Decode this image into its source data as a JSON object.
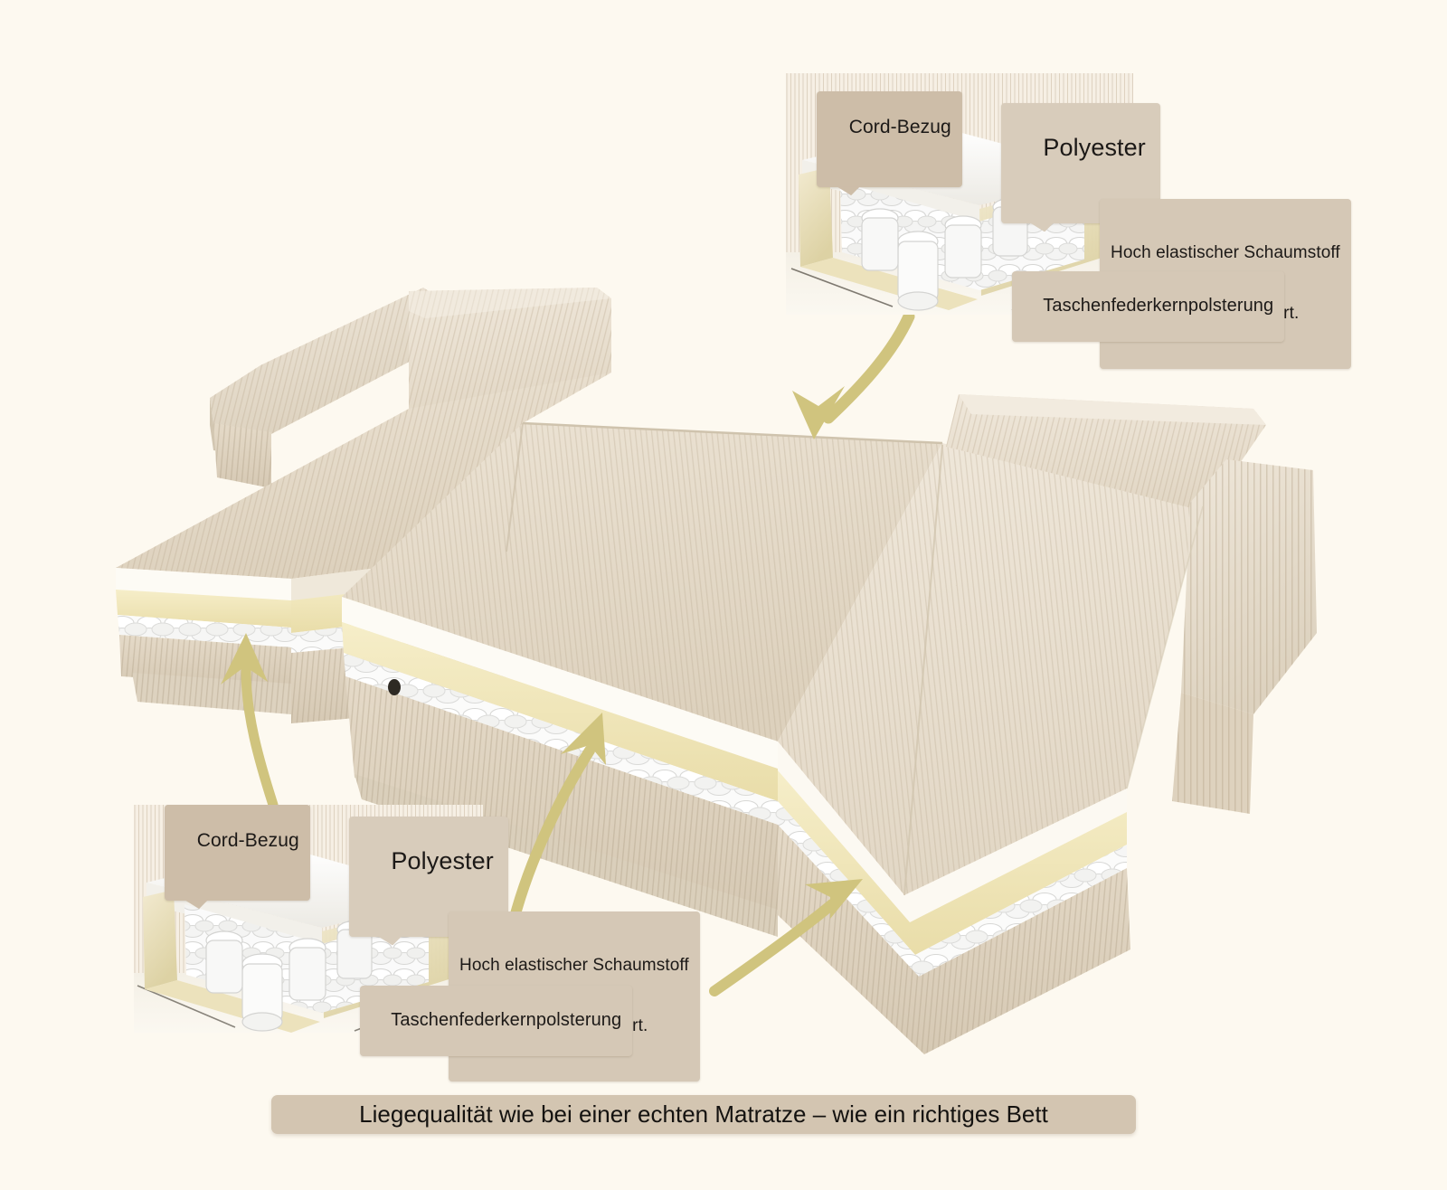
{
  "page": {
    "background_color": "#fdf9f0",
    "caption": "Liegequalität wie bei einer echten Matratze – wie ein richtiges Bett"
  },
  "colors": {
    "chip_background": "#cdbda8",
    "chip_text": "#1c1917",
    "arrow": "#d0c47e",
    "foam": "#e7ddb8",
    "corduroy": "#e8dfd0",
    "caption_background": "#d3c5b1"
  },
  "insets": [
    {
      "id": "cutaway-top-right",
      "labels": {
        "cover": "Cord-Bezug",
        "polyester": "Polyester",
        "foam": "Hoch elastischer Schaumstoff\nfür dauerhaften Komfort.",
        "foam_line1": "Hoch elastischer Schaumstoff",
        "foam_line2": "für dauerhaften Komfort.",
        "springs": "Taschenfederkernpolsterung"
      }
    },
    {
      "id": "cutaway-bottom-left",
      "labels": {
        "cover": "Cord-Bezug",
        "polyester": "Polyester",
        "foam": "Hoch elastischer Schaumstoff\nfür dauerhaften Komfort.",
        "foam_line1": "Hoch elastischer Schaumstoff",
        "foam_line2": "für dauerhaften Komfort.",
        "springs": "Taschenfederkernpolsterung"
      }
    }
  ],
  "arrows": [
    {
      "id": "arrow-to-seat-center",
      "direction": "down-left"
    },
    {
      "id": "arrow-to-left-spring-edge",
      "direction": "up-right"
    },
    {
      "id": "arrow-to-center-spring-edge",
      "direction": "up-right"
    },
    {
      "id": "arrow-to-right-spring-edge",
      "direction": "up-right"
    }
  ],
  "product": {
    "name": "corduroy-sofa-bed",
    "parts": [
      "left-armrest",
      "backrest",
      "seat-cushion-left",
      "seat-cushion-center",
      "seat-cushion-right",
      "right-backrest",
      "right-armrest",
      "pocket-spring-edge"
    ]
  }
}
